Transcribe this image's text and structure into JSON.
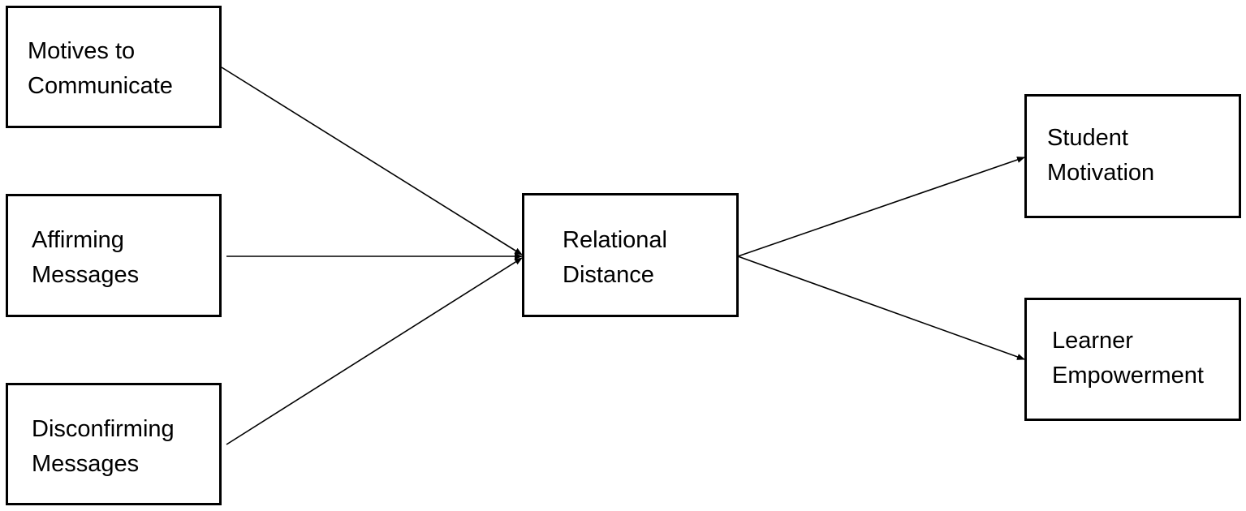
{
  "nodes": {
    "motives": {
      "line1": "Motives to",
      "line2": "Communicate"
    },
    "affirming": {
      "line1": "Affirming",
      "line2": "Messages"
    },
    "disconfirming": {
      "line1": "Disconfirming",
      "line2": "Messages"
    },
    "relational": {
      "line1": "Relational",
      "line2": "Distance"
    },
    "student": {
      "line1": "Student",
      "line2": "Motivation"
    },
    "learner": {
      "line1": "Learner",
      "line2": "Empowerment"
    }
  },
  "edges": [
    {
      "from": "motives",
      "to": "relational"
    },
    {
      "from": "affirming",
      "to": "relational"
    },
    {
      "from": "disconfirming",
      "to": "relational"
    },
    {
      "from": "relational",
      "to": "student"
    },
    {
      "from": "relational",
      "to": "learner"
    }
  ],
  "colors": {
    "stroke": "#000000",
    "background": "#ffffff"
  }
}
